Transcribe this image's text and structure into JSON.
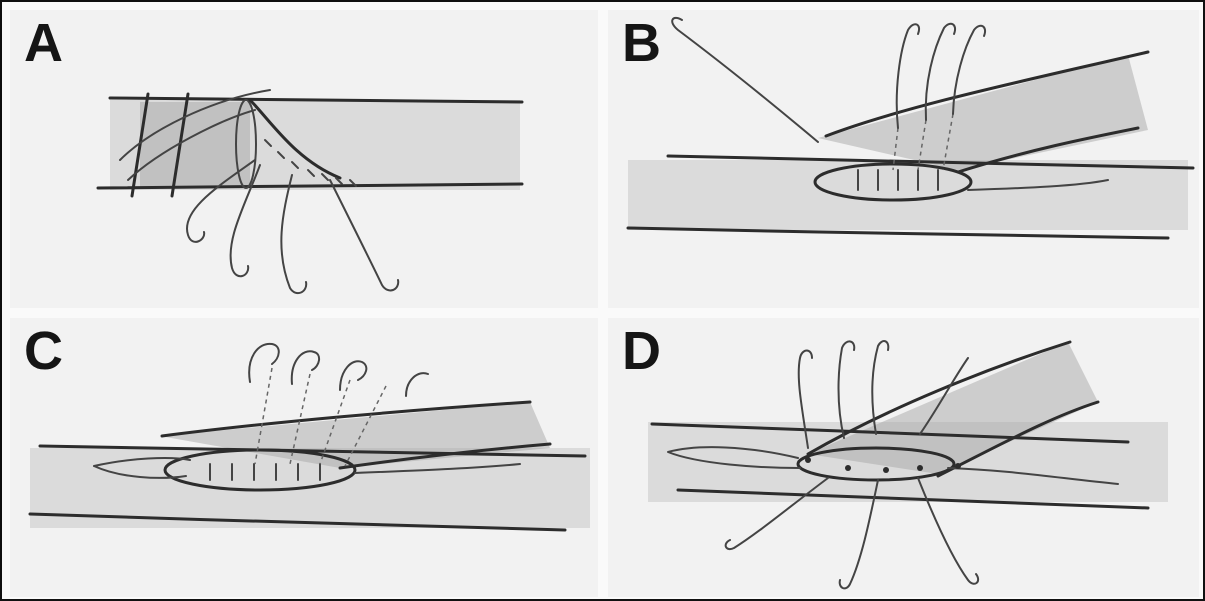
{
  "panels": [
    {
      "letter": "A"
    },
    {
      "letter": "B"
    },
    {
      "letter": "C"
    },
    {
      "letter": "D"
    }
  ]
}
